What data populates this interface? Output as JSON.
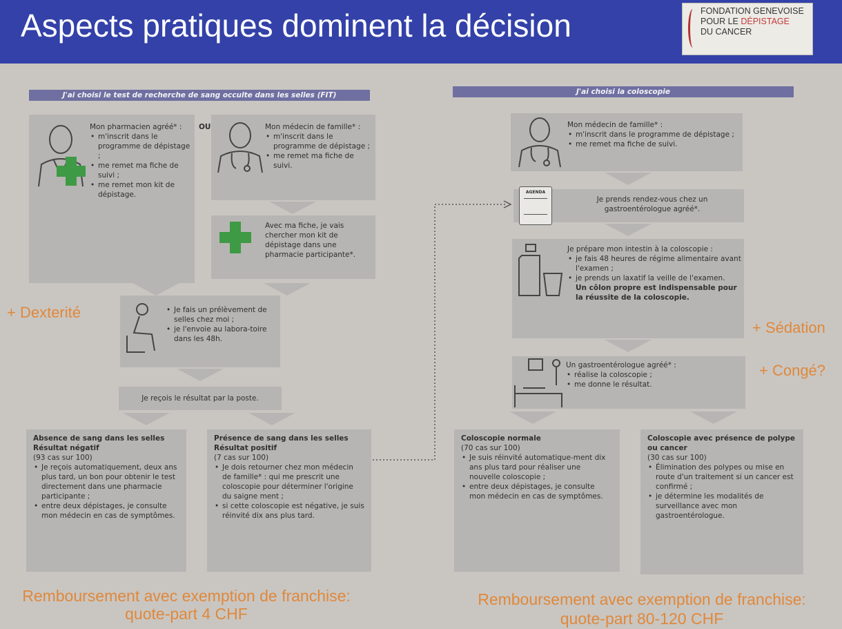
{
  "header": {
    "title": "Aspects pratiques dominent la décision",
    "logo": {
      "line1": "FONDATION GENEVOISE",
      "line2a": "POUR LE ",
      "line2b": "DÉPISTAGE",
      "line3": "DU CANCER"
    }
  },
  "left": {
    "section": "J'ai choisi le test de recherche de sang occulte dans les selles (FIT)",
    "pharmacien": {
      "title": "Mon pharmacien agréé* :",
      "items": [
        "m'inscrit dans le programme de dépistage ;",
        "me remet ma fiche de suivi ;",
        "me remet mon kit de dépistage."
      ]
    },
    "ou": "OU",
    "medecin": {
      "title": "Mon médecin de famille* :",
      "items": [
        "m'inscrit dans le programme de dépistage ;",
        "me remet ma fiche de suivi."
      ]
    },
    "fiche": "Avec ma fiche, je vais chercher mon kit de dépistage dans une pharmacie participante*.",
    "prelevement": {
      "items": [
        "Je fais un prélèvement de selles chez moi ;",
        "je l'envoie au labora-toire dans les 48h."
      ]
    },
    "resultat_poste": "Je reçois le résultat par la poste.",
    "negatif": {
      "h1": "Absence de sang dans les selles",
      "h2": "Résultat négatif",
      "count": "(93 cas sur 100)",
      "items": [
        "Je reçois automatiquement, deux ans plus tard, un bon pour obtenir le test directement dans une pharmacie participante ;",
        "entre deux dépistages, je consulte mon médecin en cas de symptômes."
      ]
    },
    "positif": {
      "h1": "Présence de sang dans les selles",
      "h2": "Résultat positif",
      "count": "(7 cas sur 100)",
      "items": [
        "Je dois retourner chez mon médecin de famille* : qui me prescrit une coloscopie pour déterminer l'origine du saigne ment ;",
        "si cette coloscopie est négative, je suis réinvité dix ans plus tard."
      ]
    },
    "remboursement_1": "Remboursement avec exemption de franchise:",
    "remboursement_2": "quote-part 4 CHF"
  },
  "right": {
    "section": "J'ai choisi la coloscopie",
    "medecin": {
      "title": "Mon médecin de famille* :",
      "items": [
        "m'inscrit dans le programme de dépistage ;",
        "me remet ma fiche de suivi."
      ]
    },
    "agenda_label": "AGENDA",
    "rdv": "Je prends rendez-vous chez un gastroentérologue agréé*.",
    "prepare": {
      "title": "Je prépare mon intestin à la coloscopie :",
      "items": [
        "je fais 48 heures de régime alimentaire avant l'examen ;",
        "je prends un laxatif la veille de l'examen."
      ],
      "bold": "Un côlon propre est indispensable pour la réussite de la coloscopie."
    },
    "gastro": {
      "title": "Un gastroentérologue agréé* :",
      "items": [
        "réalise la coloscopie ;",
        "me donne le résultat."
      ]
    },
    "normale": {
      "h1": "Coloscopie normale",
      "count": "(70 cas sur 100)",
      "items": [
        "Je suis réinvité automatique-ment dix ans plus tard pour réaliser une nouvelle coloscopie ;",
        "entre deux dépistages, je consulte mon médecin en cas de symptômes."
      ]
    },
    "polype": {
      "h1": "Coloscopie avec présence de polype ou cancer",
      "count": "(30 cas sur 100)",
      "items": [
        "Élimination des polypes ou mise en route d'un traitement si un cancer est confirmé ;",
        "je détermine les modalités de surveillance avec mon gastroentérologue."
      ]
    },
    "remboursement_1": "Remboursement avec exemption de franchise:",
    "remboursement_2": "quote-part 80-120 CHF"
  },
  "notes": {
    "dexterite": "+ Dexterité",
    "sedation": "+ Sédation",
    "conge": "+ Congé?"
  },
  "colors": {
    "header": "#3341a8",
    "section": "#6f6fa1",
    "box": "#b7b5b3",
    "orange": "#e0883a",
    "green": "#3e9a45"
  }
}
